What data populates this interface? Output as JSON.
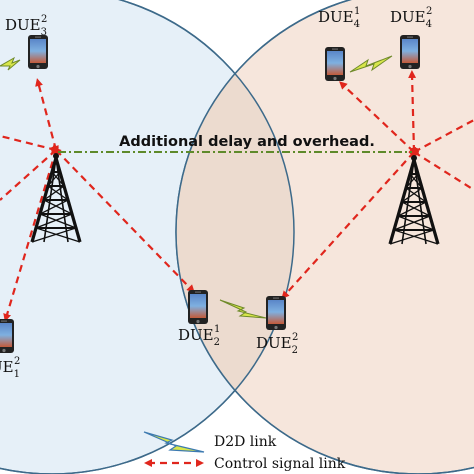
{
  "annotation": "Additional delay and overhead.",
  "devices": [
    {
      "id": "due3_2",
      "base": "DUE",
      "sub": "3",
      "sup": "2"
    },
    {
      "id": "due4_1",
      "base": "DUE",
      "sub": "4",
      "sup": "1"
    },
    {
      "id": "due4_2",
      "base": "DUE",
      "sub": "4",
      "sup": "2"
    },
    {
      "id": "due2_1",
      "base": "DUE",
      "sub": "2",
      "sup": "1"
    },
    {
      "id": "due2_2",
      "base": "DUE",
      "sub": "2",
      "sup": "2"
    },
    {
      "id": "due1_2",
      "base": "DUE",
      "sub": "1",
      "sup": "2"
    }
  ],
  "legend": {
    "d2d_label": "D2D link",
    "control_label": "Control signal link"
  },
  "colors": {
    "cell_left": "#e6f0f8",
    "cell_right": "#f6e6dc",
    "cell_border": "#3d6a8a",
    "control_link": "#e0261d",
    "overhead_link": "#5e8a2a",
    "d2d_bolt": "#d8e64a"
  }
}
